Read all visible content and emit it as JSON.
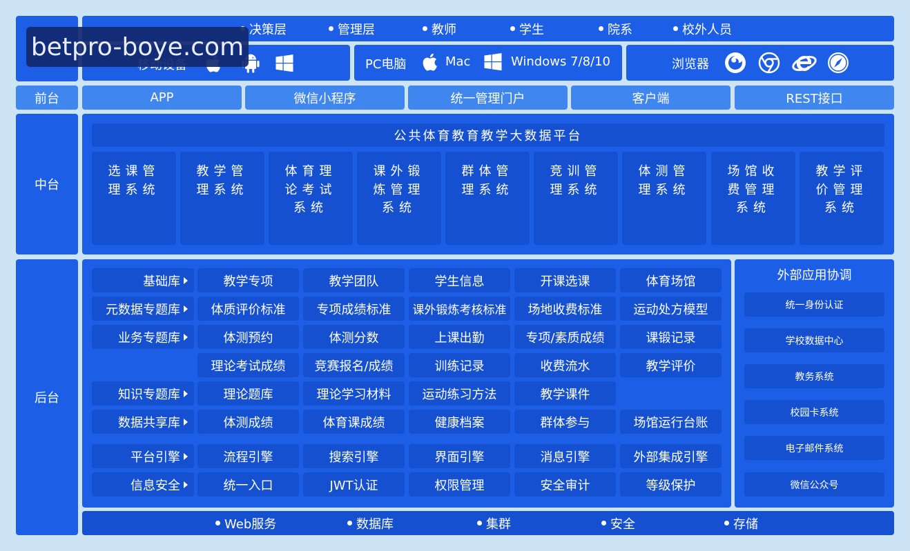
{
  "top_roles": [
    "决策层",
    "管理层",
    "教师",
    "学生",
    "院系",
    "校外人员"
  ],
  "devices": {
    "mobile_label": "移动设备",
    "pc_label": "PC电脑",
    "mac_label": "Mac",
    "windows_label": "Windows 7/8/10",
    "browser_label": "浏览器"
  },
  "frontend": {
    "label": "前台",
    "items": [
      "APP",
      "微信小程序",
      "统一管理门户",
      "客户端",
      "REST接口"
    ]
  },
  "middle": {
    "label": "中台",
    "platform_title": "公共体育教育教学大数据平台",
    "systems": [
      "选课管理系统",
      "教学管理系统",
      "体育理论考试系统",
      "课外锻炼管理系统",
      "群体管理系统",
      "竞训管理系统",
      "体测管理系统",
      "场馆收费管理系统",
      "教学评价管理系统"
    ]
  },
  "backend": {
    "label": "后台",
    "rows": [
      {
        "label": "基础库",
        "cells": [
          "教学专项",
          "教学团队",
          "学生信息",
          "开课选课",
          "体育场馆"
        ]
      },
      {
        "label": "元数据专题库",
        "cells": [
          "体质评价标准",
          "专项成绩标准",
          "课外锻炼考核标准",
          "场地收费标准",
          "运动处方模型"
        ]
      },
      {
        "label": "业务专题库",
        "cells": [
          "体测预约",
          "体测分数",
          "上课出勤",
          "专项/素质成绩",
          "课锻记录"
        ]
      },
      {
        "label": "",
        "cells": [
          "理论考试成绩",
          "竞赛报名/成绩",
          "训练记录",
          "收费流水",
          "教学评价"
        ]
      },
      {
        "label": "知识专题库",
        "cells": [
          "理论题库",
          "理论学习材料",
          "运动练习方法",
          "教学课件",
          ""
        ]
      },
      {
        "label": "数据共享库",
        "cells": [
          "体测成绩",
          "体育课成绩",
          "健康档案",
          "群体参与",
          "场馆运行台账"
        ]
      },
      {
        "label": "平台引擎",
        "cells": [
          "流程引擎",
          "搜索引擎",
          "界面引擎",
          "消息引擎",
          "外部集成引擎"
        ]
      },
      {
        "label": "信息安全",
        "cells": [
          "统一入口",
          "JWT认证",
          "权限管理",
          "安全审计",
          "等级保护"
        ]
      }
    ],
    "external": {
      "title": "外部应用协调",
      "items": [
        "统一身份认证",
        "学校数据中心",
        "教务系统",
        "校园卡系统",
        "电子邮件系统",
        "微信公众号"
      ]
    }
  },
  "infrastructure": [
    "Web服务",
    "数据库",
    "集群",
    "安全",
    "存储"
  ],
  "watermark": "betpro-boye.com",
  "colors": {
    "page_background": "#cde3f6",
    "panel": "#1c5fe6",
    "box": "#1550d1",
    "light_box": "#3f87ef",
    "text": "#ffffff"
  }
}
